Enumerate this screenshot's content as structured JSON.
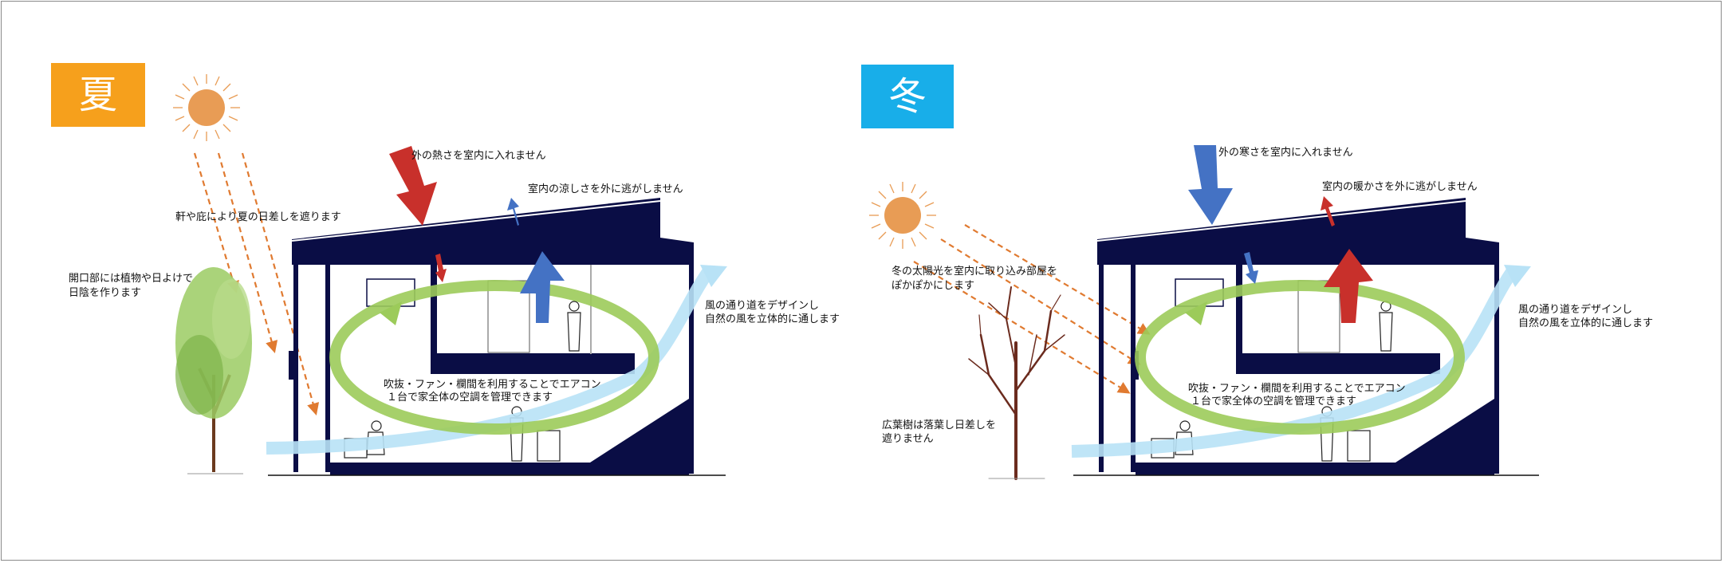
{
  "colors": {
    "summer_badge": "#F6A01C",
    "winter_badge": "#18AEE9",
    "house_navy": "#0A0D45",
    "sun": "#E89C55",
    "ray_arrow": "#E07A30",
    "warm_arrow": "#C8302B",
    "cool_arrow": "#4472C4",
    "air_loop": "#9CCB5A",
    "wind": "#B8E2F6"
  },
  "summer": {
    "badge": "夏",
    "labels": {
      "heat": "外の熱さを室内に入れません",
      "cool": "室内の涼しさを外に逃がしません",
      "eaves": "軒や庇により夏の日差しを遮ります",
      "opening_line1": "開口部には植物や日よけで",
      "opening_line2": "日陰を作ります",
      "wind_line1": "風の通り道をデザインし",
      "wind_line2": "自然の風を立体的に通します",
      "hvac_line1": "吹抜・ファン・欄間を利用することでエアコン",
      "hvac_line2": "１台で家全体の空調を管理できます"
    },
    "icons": [
      "sun-icon",
      "tree-icon",
      "heat-arrow-icon",
      "cool-arrow-icon"
    ]
  },
  "winter": {
    "badge": "冬",
    "labels": {
      "cold": "外の寒さを室内に入れません",
      "warm": "室内の暖かさを外に逃がしません",
      "sun_line1": "冬の太陽光を室内に取り込み部屋を",
      "sun_line2": "ぽかぽかにします",
      "tree_line1": "広葉樹は落葉し日差しを",
      "tree_line2": "遮りません",
      "wind_line1": "風の通り道をデザインし",
      "wind_line2": "自然の風を立体的に通します",
      "hvac_line1": "吹抜・ファン・欄間を利用することでエアコン",
      "hvac_line2": "１台で家全体の空調を管理できます"
    },
    "icons": [
      "sun-icon",
      "bare-tree-icon",
      "cold-arrow-icon",
      "warm-arrow-icon"
    ]
  }
}
